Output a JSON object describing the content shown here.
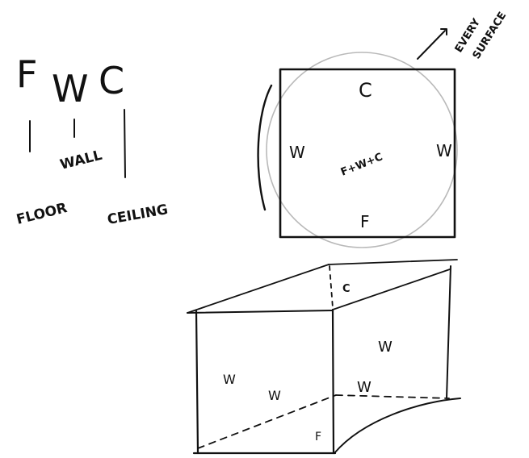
{
  "legend": {
    "letters": {
      "f": "F",
      "w": "W",
      "c": "C"
    },
    "floor": "FLOOR",
    "wall": "WALL",
    "ceiling": "CEILING"
  },
  "square": {
    "top": "C",
    "left": "W",
    "right": "W",
    "bottom": "F",
    "center": "F+W+C"
  },
  "annotation": {
    "line1": "EVERY",
    "line2": "SURFACE"
  },
  "box": {
    "ceiling": "C",
    "wall_right": "W",
    "wall_back": "W",
    "wall_front_1": "W",
    "wall_front_2": "W",
    "floor": "F"
  }
}
